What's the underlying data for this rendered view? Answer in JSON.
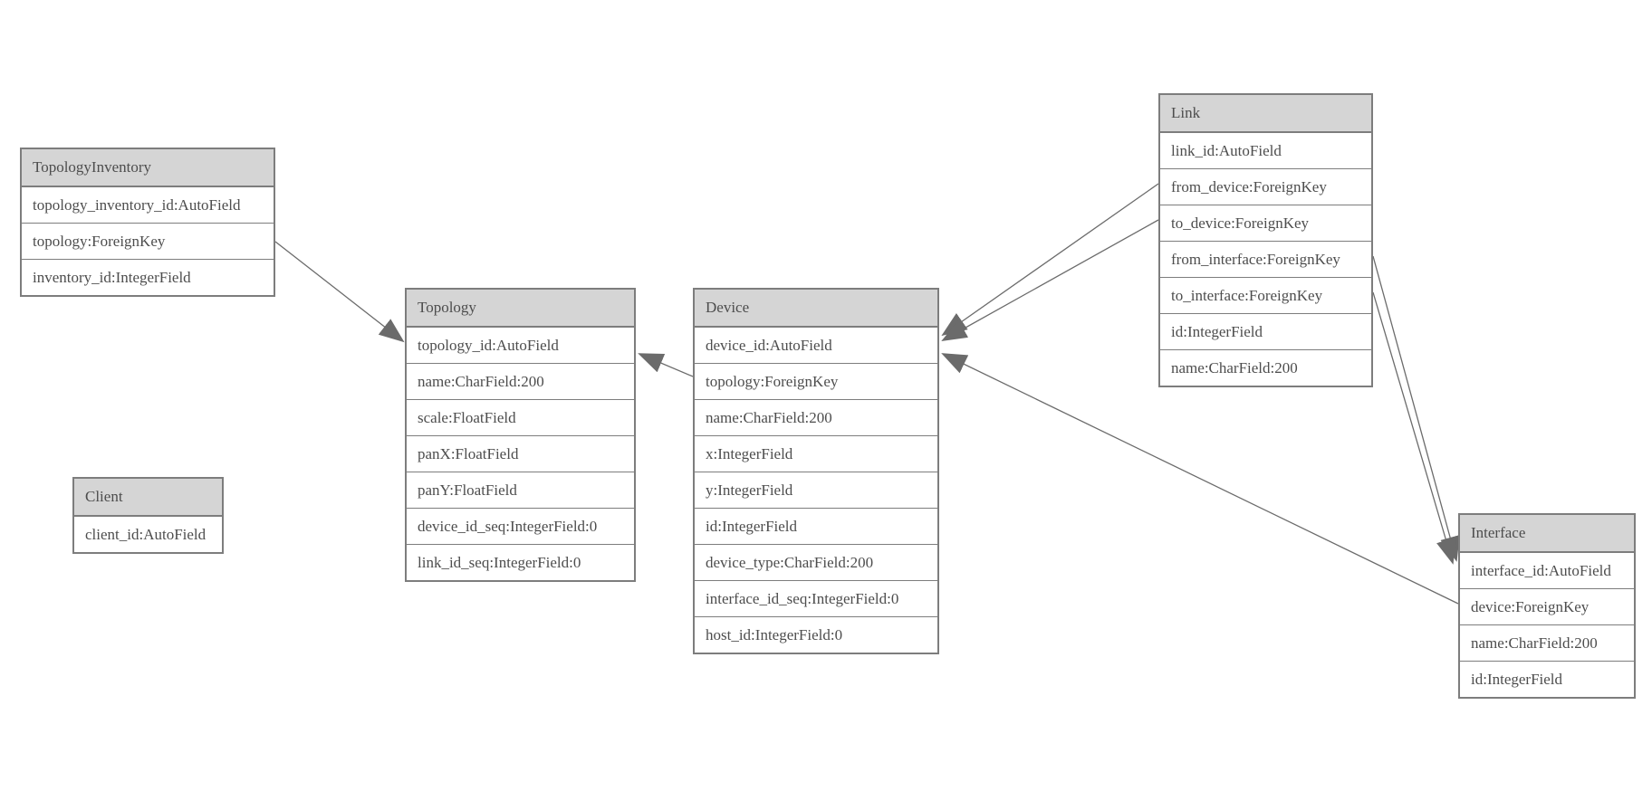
{
  "diagram": {
    "background_color": "#ffffff",
    "header_fill_color": "#d5d5d5",
    "border_color": "#7d7d7d",
    "text_color": "#4d4d4d",
    "edge_color": "#6b6b6b",
    "tables": [
      {
        "name": "TopologyInventory",
        "fields": [
          "topology_inventory_id:AutoField",
          "topology:ForeignKey",
          "inventory_id:IntegerField"
        ]
      },
      {
        "name": "Topology",
        "fields": [
          "topology_id:AutoField",
          "name:CharField:200",
          "scale:FloatField",
          "panX:FloatField",
          "panY:FloatField",
          "device_id_seq:IntegerField:0",
          "link_id_seq:IntegerField:0"
        ]
      },
      {
        "name": "Client",
        "fields": [
          "client_id:AutoField"
        ]
      },
      {
        "name": "Device",
        "fields": [
          "device_id:AutoField",
          "topology:ForeignKey",
          "name:CharField:200",
          "x:IntegerField",
          "y:IntegerField",
          "id:IntegerField",
          "device_type:CharField:200",
          "interface_id_seq:IntegerField:0",
          "host_id:IntegerField:0"
        ]
      },
      {
        "name": "Link",
        "fields": [
          "link_id:AutoField",
          "from_device:ForeignKey",
          "to_device:ForeignKey",
          "from_interface:ForeignKey",
          "to_interface:ForeignKey",
          "id:IntegerField",
          "name:CharField:200"
        ]
      },
      {
        "name": "Interface",
        "fields": [
          "interface_id:AutoField",
          "device:ForeignKey",
          "name:CharField:200",
          "id:IntegerField"
        ]
      }
    ],
    "relations": [
      {
        "from": "TopologyInventory.topology",
        "to": "Topology"
      },
      {
        "from": "Device.topology",
        "to": "Topology"
      },
      {
        "from": "Link.from_device",
        "to": "Device"
      },
      {
        "from": "Link.to_device",
        "to": "Device"
      },
      {
        "from": "Interface.device",
        "to": "Device"
      },
      {
        "from": "Link.from_interface",
        "to": "Interface"
      },
      {
        "from": "Link.to_interface",
        "to": "Interface"
      }
    ]
  }
}
